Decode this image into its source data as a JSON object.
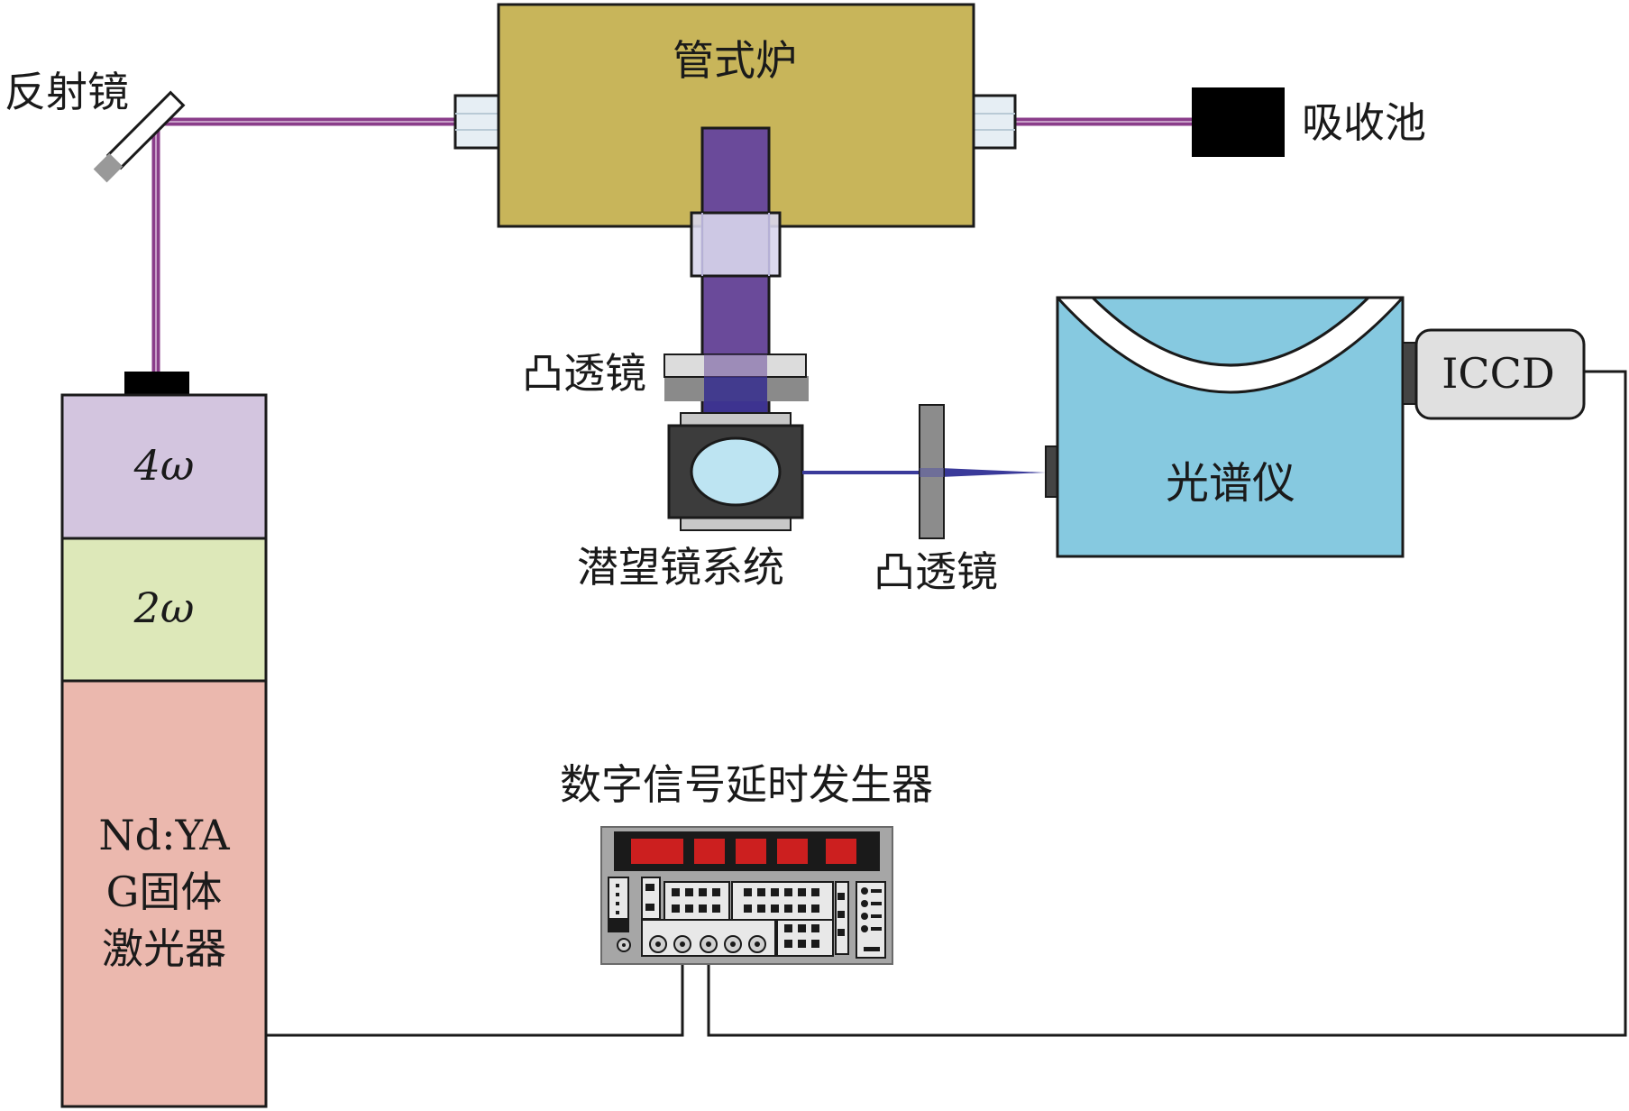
{
  "labels": {
    "mirror": "反射镜",
    "furnace": "管式炉",
    "absorber": "吸收池",
    "lens_top": "凸透镜",
    "periscope": "潜望镜系统",
    "lens_bottom": "凸透镜",
    "spectrometer": "光谱仪",
    "iccd": "ICCD",
    "delay_generator": "数字信号延时发生器",
    "laser_4w": "4ω",
    "laser_2w": "2ω",
    "laser_line1": "Nd:YA",
    "laser_line2": "G固体",
    "laser_line3": "激光器"
  },
  "colors": {
    "furnace": "#c8b55a",
    "laser_4w": "#d3c5df",
    "laser_2w": "#dde8b9",
    "laser_body": "#ebb8ae",
    "spectrometer": "#86c9e0",
    "beam_purple": "#6a4a9a",
    "beam_line": "#8a3d8a",
    "delay_display": "#cc1f1f",
    "iccd": "#e0e0e0"
  }
}
